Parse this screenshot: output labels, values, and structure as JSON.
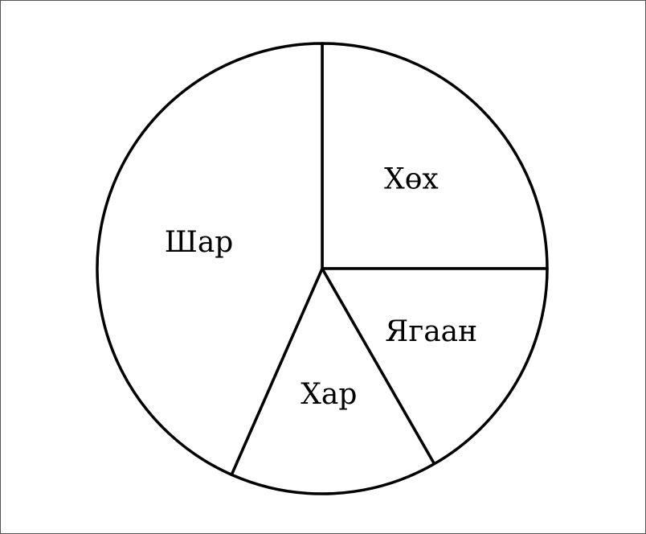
{
  "chart_data": {
    "type": "pie",
    "title": "",
    "start_angle_deg": 90,
    "direction": "clockwise",
    "slices": [
      {
        "label": "Хөх",
        "value": 25
      },
      {
        "label": "Ягаан",
        "value": 16.7
      },
      {
        "label": "Хар",
        "value": 14.9
      },
      {
        "label": "Шар",
        "value": 43.4
      }
    ],
    "colors": {
      "fill": "#ffffff",
      "stroke": "#000000"
    }
  }
}
